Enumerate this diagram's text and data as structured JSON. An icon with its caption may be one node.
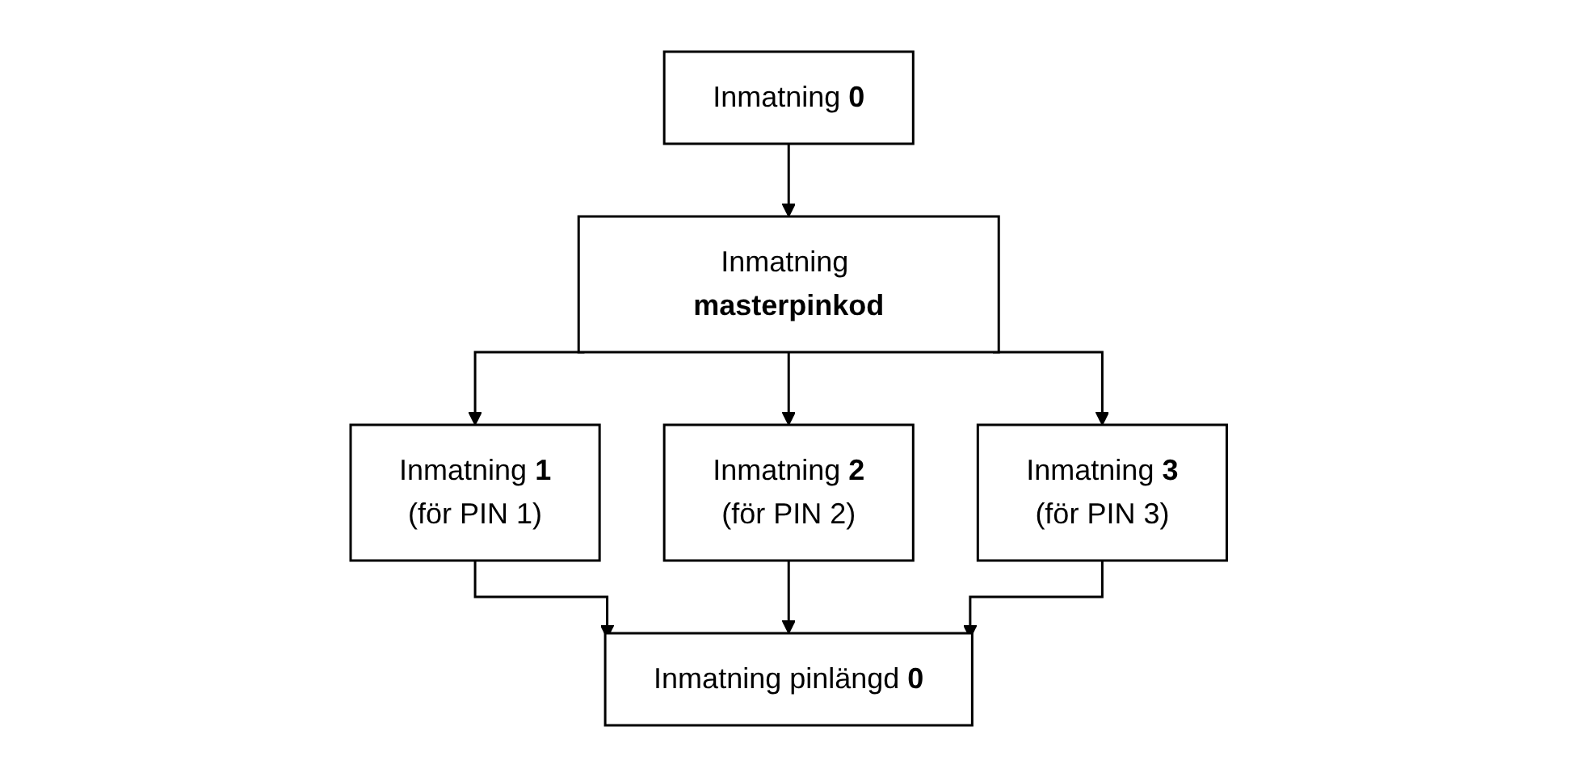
{
  "diagram": {
    "nodes": [
      {
        "text": [
          "Inmatning **0**"
        ]
      },
      {
        "text": [
          "Inmatning **masterpinkod**"
        ]
      },
      {
        "text": [
          "Inmatning **1**",
          "(för PIN 1)"
        ]
      },
      {
        "text": [
          "Inmatning **2**",
          "(för PIN 2)"
        ]
      },
      {
        "text": [
          "Inmatning **3**",
          "(för PIN 3)"
        ]
      },
      {
        "text": [
          "Inmatning pinlängd **0**"
        ]
      }
    ],
    "edges": [
      {
        "from": 0,
        "to": 1,
        "arrow": "to"
      },
      {
        "from": 1,
        "to": 2,
        "arrow": "to"
      },
      {
        "from": 1,
        "to": 3,
        "arrow": "to"
      },
      {
        "from": 1,
        "to": 4,
        "arrow": "to"
      },
      {
        "from": 2,
        "to": 5,
        "arrow": "to"
      },
      {
        "from": 3,
        "to": 5,
        "arrow": "to"
      },
      {
        "from": 4,
        "to": 5,
        "arrow": "to"
      }
    ]
  }
}
